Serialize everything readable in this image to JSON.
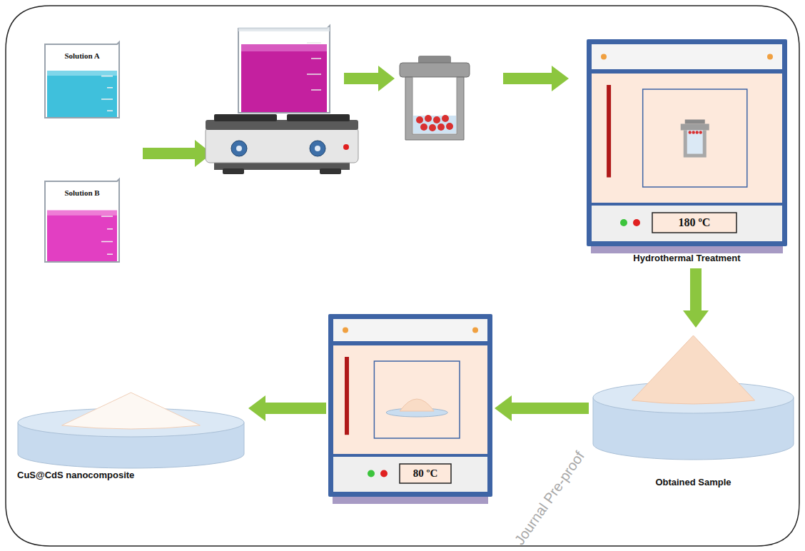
{
  "diagram": {
    "nodes": [
      {
        "text": [
          "Solution A"
        ]
      },
      {
        "text": [
          "Solution B"
        ]
      },
      {
        "text": [
          "180 ºC",
          "Hydrothermal Treatment"
        ]
      },
      {
        "text": [
          "Obtained Sample"
        ]
      },
      {
        "text": [
          "80 ºC"
        ]
      },
      {
        "text": [
          "CuS@CdS nanocomposite"
        ]
      }
    ],
    "edges": [
      {
        "from": 2,
        "to": 3,
        "arrow": "to"
      },
      {
        "from": 3,
        "to": 4,
        "arrow": "to"
      },
      {
        "from": 4,
        "to": 5,
        "arrow": "to"
      }
    ],
    "labels": [
      "Journal Pre-proof"
    ]
  }
}
